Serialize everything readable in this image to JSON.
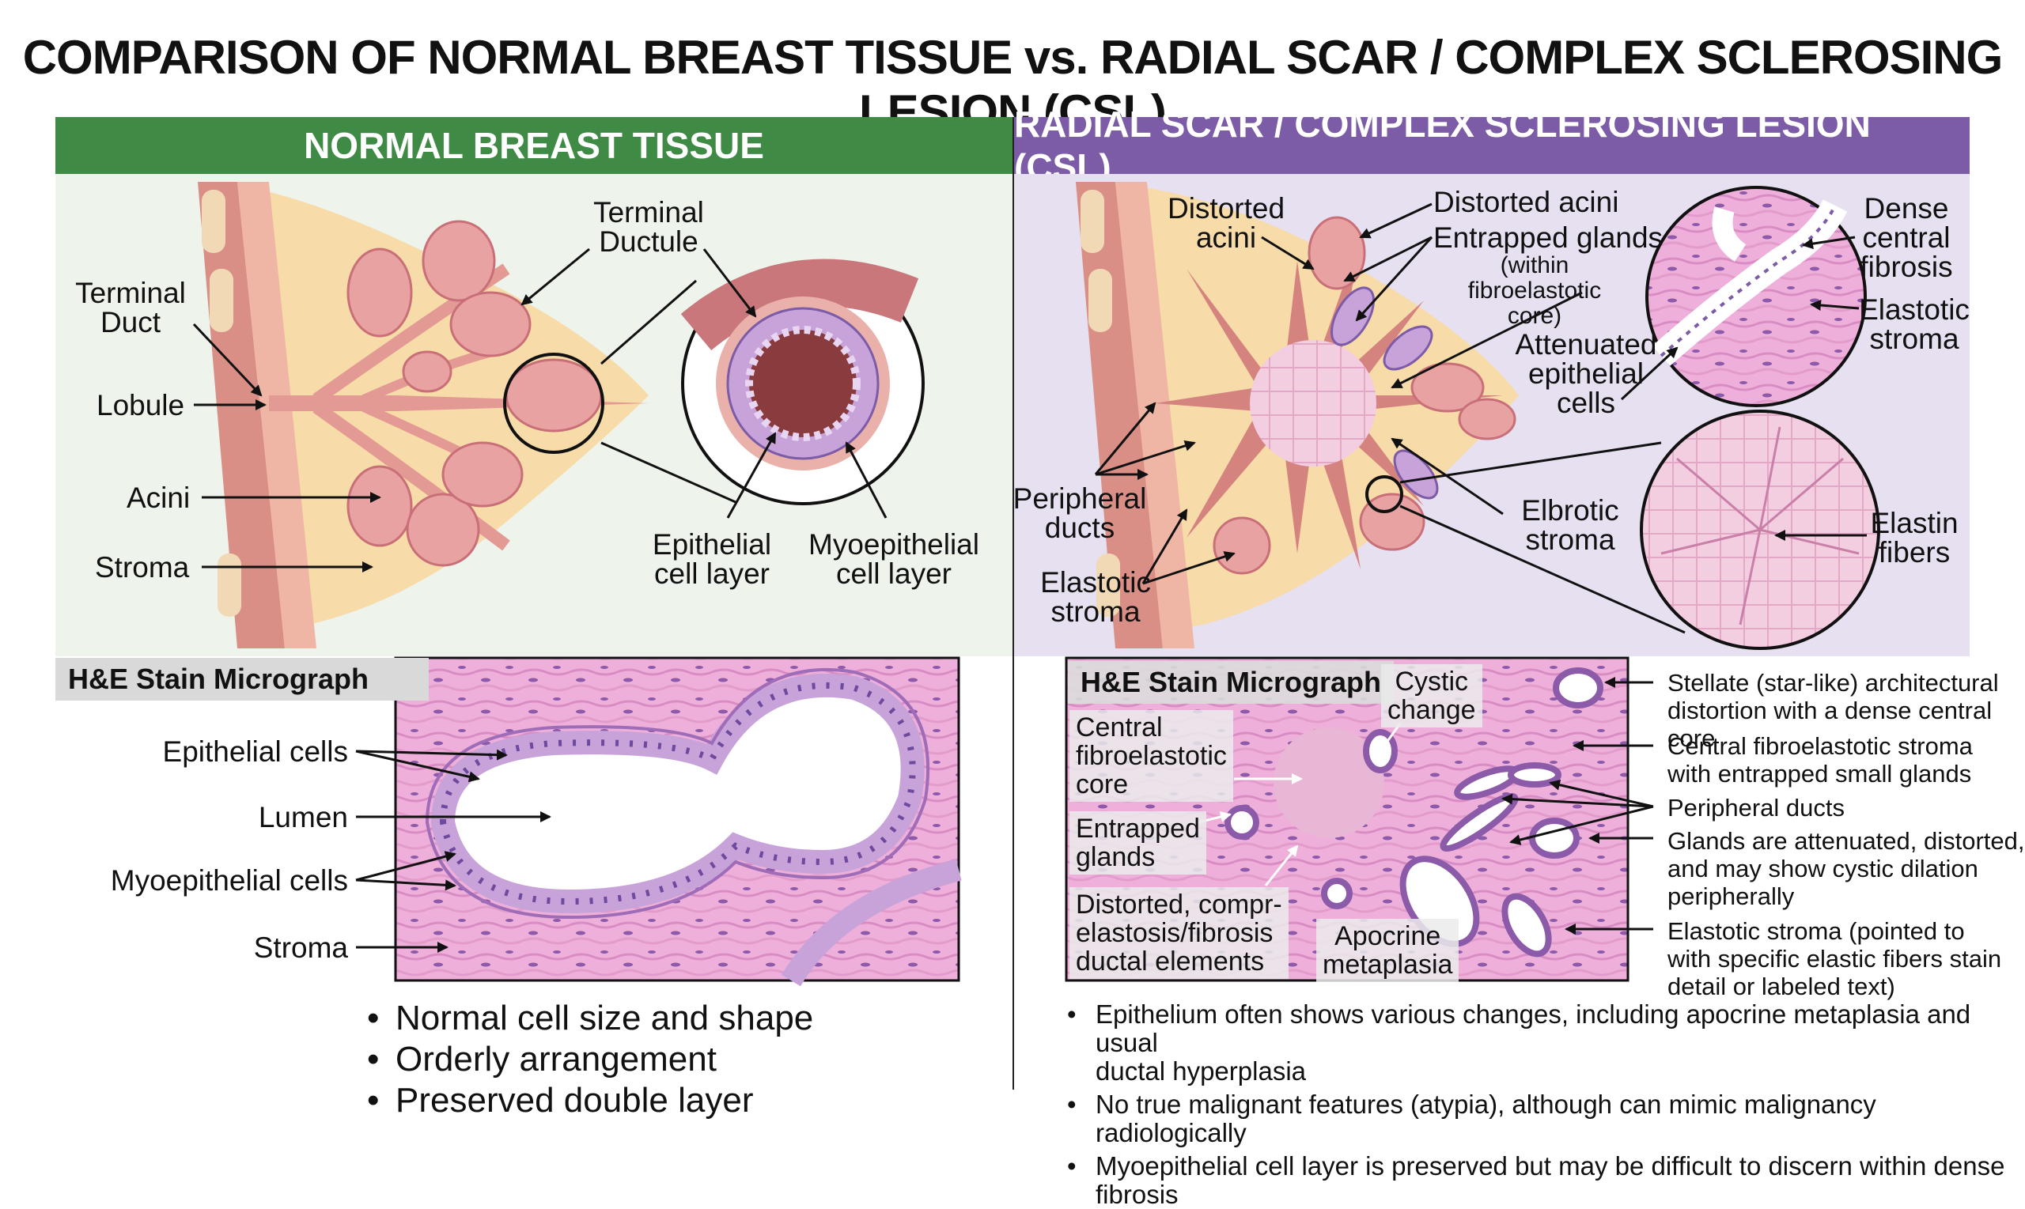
{
  "title": "COMPARISON OF NORMAL BREAST TISSUE vs. RADIAL SCAR / COMPLEX SCLEROSING LESION (CSL)",
  "left": {
    "header": "NORMAL BREAST TISSUE",
    "labels": {
      "terminal_duct": "Terminal\nDuct",
      "terminal_ductule": "Terminal\nDuctule",
      "lobule": "Lobule",
      "acini": "Acini",
      "stroma": "Stroma",
      "epithelial_layer": "Epithelial\ncell layer",
      "myoepithelial_layer": "Myoepithelial\ncell layer"
    },
    "micrograph": {
      "tag": "H&E Stain Micrograph",
      "epithelial_cells": "Epithelial cells",
      "lumen": "Lumen",
      "myoepithelial_cells": "Myoepithelial cells",
      "stroma": "Stroma"
    },
    "bullets": [
      "Normal cell size and shape",
      "Orderly arrangement",
      "Preserved double layer"
    ]
  },
  "right": {
    "header": "RADIAL SCAR / COMPLEX SCLEROSING LESION (CSL)",
    "labels": {
      "distorted_acini_left": "Distorted\nacini",
      "distorted_acini": "Distorted acini",
      "entrapped_glands": "Entrapped glands",
      "entrapped_glands_note": "(within fibroelastotic\ncore)",
      "attenuated": "Attenuated\nepithelial\ncells",
      "dense_fibrosis": "Dense\ncentral\nfibrosis",
      "elastotic_stroma_circle": "Elastotic\nstroma",
      "peripheral_ducts": "Peripheral\nducts",
      "elastotic_stroma": "Elastotic\nstroma",
      "elbrotic_stroma": "Elbrotic\nstroma",
      "elastin_fibers": "Elastin\nfibers"
    },
    "micrograph": {
      "tag": "H&E Stain Micrograph",
      "cystic_change": "Cystic\nchange",
      "central_core": "Central\nfibroelastotic\ncore",
      "entrapped": "Entrapped\nglands",
      "distorted": "Distorted, compr-\nelastosis/fibrosis\nductal elements",
      "apocrine": "Apocrine\nmetaplasia"
    },
    "side_notes": [
      "Stellate (star-like) architectural\ndistortion with a dense central core",
      "Central fibroelastotic stroma\nwith entrapped small glands",
      "Peripheral ducts",
      "Glands are attenuated, distorted,\nand may show cystic dilation\nperipherally",
      "Elastotic stroma (pointed to\nwith specific elastic fibers stain\ndetail or labeled text)"
    ],
    "bullets": [
      "Epithelium often shows various changes, including apocrine metaplasia and usual\nductal hyperplasia",
      "No true malignant features (atypia), although can mimic malignancy radiologically",
      "Myoepithelial cell layer is preserved but may be difficult to discern within dense fibrosis"
    ]
  },
  "colors": {
    "green_header": "#3f8a45",
    "purple_header": "#7c5ba7",
    "tissue_pink": "#e39a9a",
    "stain_pink": "#e7a6d3",
    "nuclei_purple": "#6e4a9e"
  }
}
